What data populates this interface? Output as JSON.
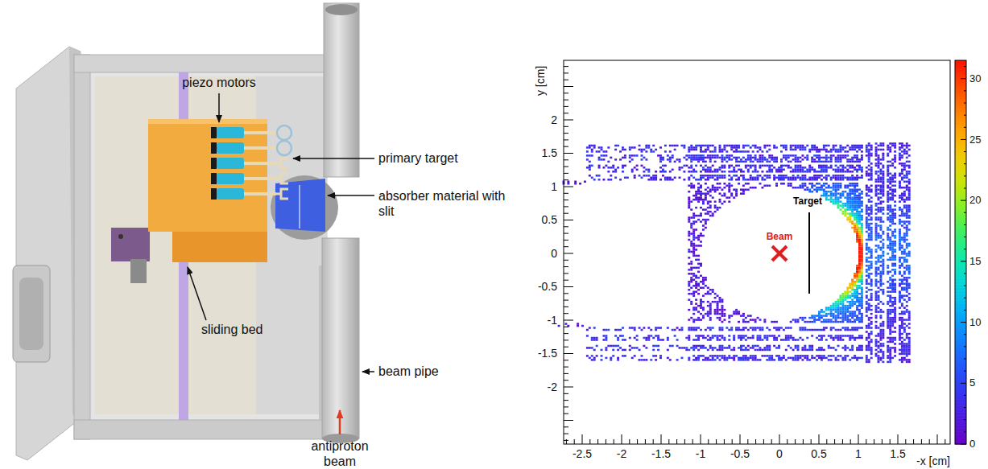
{
  "diagram": {
    "labels": [
      "piezo motors",
      "primary target",
      "absorber material with slit",
      "sliding bed",
      "beam pipe",
      "antiproton beam",
      "y [cm]",
      "2",
      "1.5",
      "1",
      "0.5",
      "0",
      "-0.5",
      "-1",
      "-1.5",
      "-2",
      "Target",
      "Beam",
      "30",
      "25",
      "20",
      "15",
      "10",
      "5",
      "0",
      "-2.5",
      "-2",
      "-1.5",
      "-1",
      "-0.5",
      "0",
      "0.5",
      "1",
      "1.5",
      "-x [cm]"
    ]
  }
}
